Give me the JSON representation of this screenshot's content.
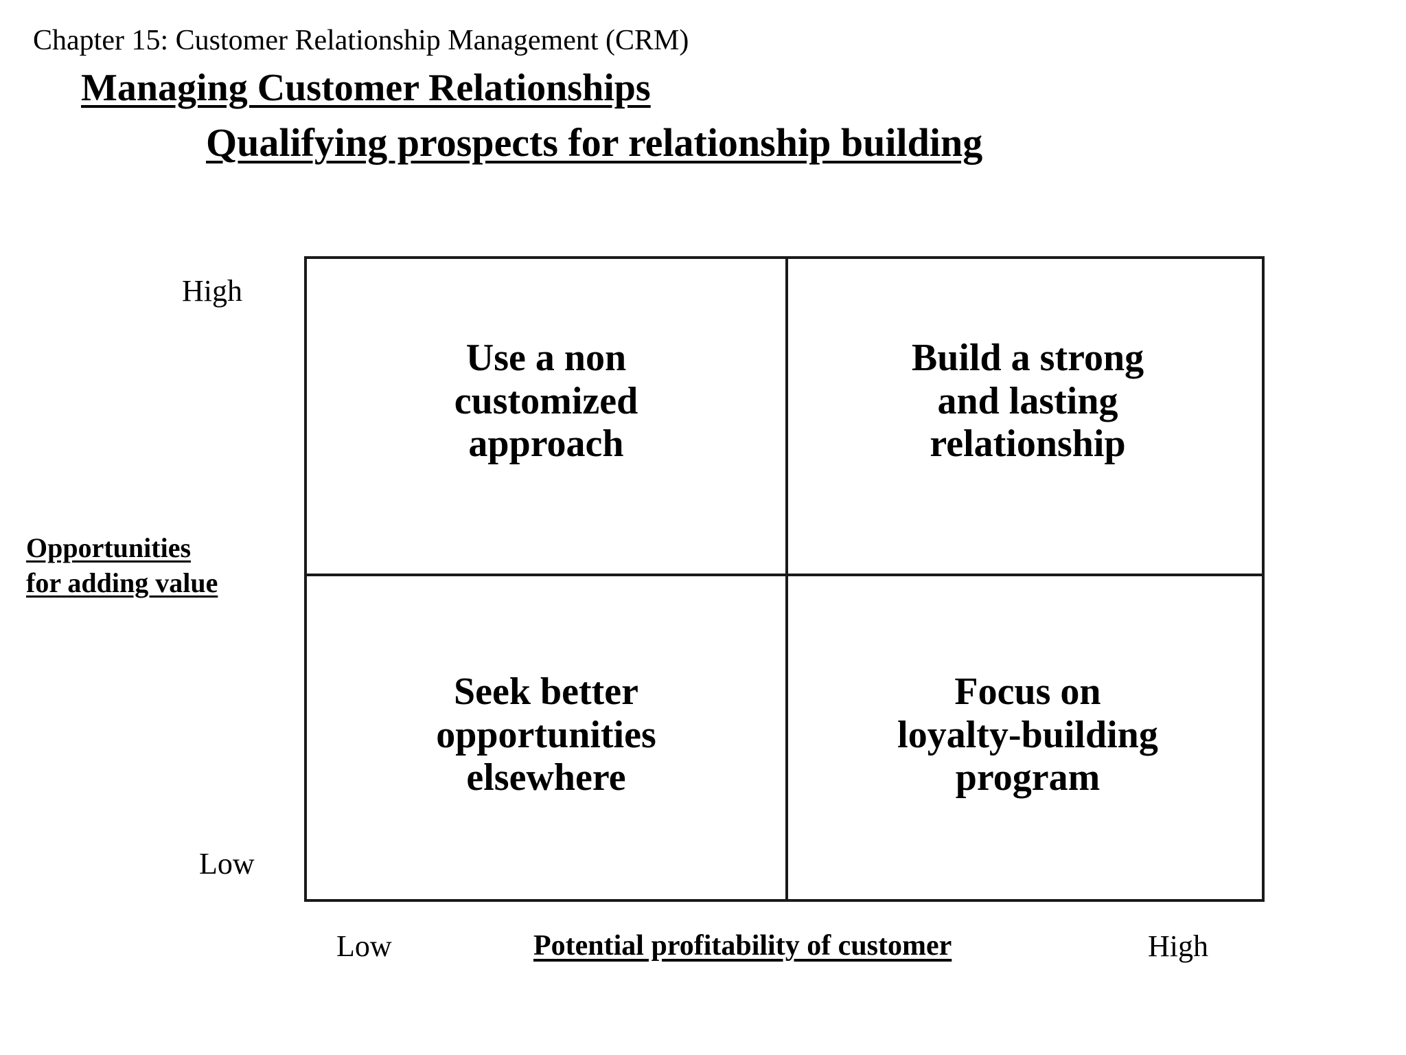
{
  "slide": {
    "chapter_label": "Chapter 15: Customer Relationship Management (CRM)",
    "main_title": "Managing Customer Relationships",
    "sub_title": "Qualifying prospects for relationship building",
    "background_color": "#ffffff",
    "line_color": "#1a1a1a",
    "text_color": "#000000"
  },
  "chart_data": {
    "type": "table",
    "title": "Qualifying prospects for relationship building",
    "xlabel": "Potential profitability of customer",
    "ylabel": "Opportunities for adding value",
    "x_tick_labels": [
      "Low",
      "High"
    ],
    "y_tick_labels": [
      "Low",
      "High"
    ],
    "grid": true,
    "legend": "none",
    "columns": [
      "Low",
      "High"
    ],
    "rows": [
      "High",
      "Low"
    ],
    "cells": [
      {
        "row": "High",
        "column": "Low",
        "position": "top-left",
        "text": "Use a non customized approach",
        "lines": [
          "Use a non",
          "customized",
          "approach"
        ]
      },
      {
        "row": "High",
        "column": "High",
        "position": "top-right",
        "text": "Build a strong and lasting relationship",
        "lines": [
          "Build a strong",
          "and lasting",
          "relationship"
        ]
      },
      {
        "row": "Low",
        "column": "Low",
        "position": "bottom-left",
        "text": "Seek better opportunities elsewhere",
        "lines": [
          "Seek better",
          "opportunities",
          "elsewhere"
        ]
      },
      {
        "row": "Low",
        "column": "High",
        "position": "bottom-right",
        "text": "Focus on loyalty-building program",
        "lines": [
          "Focus on",
          "loyalty-building",
          "program"
        ]
      }
    ]
  },
  "axes": {
    "y_title_line1": "Opportunities",
    "y_title_line2": "for adding value",
    "y_high": "High",
    "y_low": "Low",
    "x_title": "Potential profitability of customer",
    "x_low": "Low",
    "x_high": "High"
  },
  "quadrants": {
    "top_left": {
      "l1": "Use a non",
      "l2": "customized",
      "l3": "approach"
    },
    "top_right": {
      "l1": "Build a strong",
      "l2": "and lasting",
      "l3": "relationship"
    },
    "bottom_left": {
      "l1": "Seek better",
      "l2": "opportunities",
      "l3": "elsewhere"
    },
    "bottom_right": {
      "l1": "Focus on",
      "l2": "loyalty-building",
      "l3": "program"
    }
  }
}
